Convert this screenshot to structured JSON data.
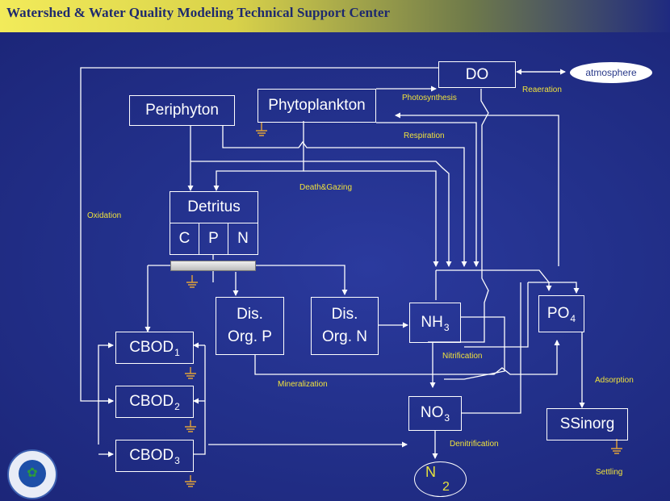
{
  "header": {
    "title": "Watershed & Water Quality Modeling Technical Support Center"
  },
  "nodes": {
    "do": "DO",
    "atmosphere": "atmosphere",
    "periphyton": "Periphyton",
    "phytoplankton": "Phytoplankton",
    "detritus": {
      "title": "Detritus",
      "c": "C",
      "p": "P",
      "n": "N"
    },
    "dis_org_p": {
      "line1": "Dis.",
      "line2": "Org. P"
    },
    "dis_org_n": {
      "line1": "Dis.",
      "line2": "Org. N"
    },
    "nh3": {
      "base": "NH",
      "sub": "3"
    },
    "po4": {
      "base": "PO",
      "sub": "4"
    },
    "no3": {
      "base": "NO",
      "sub": "3"
    },
    "cbod1": {
      "base": "CBOD",
      "sub": "1"
    },
    "cbod2": {
      "base": "CBOD",
      "sub": "2"
    },
    "cbod3": {
      "base": "CBOD",
      "sub": "3"
    },
    "ssinorg": "SSinorg",
    "n2": {
      "base": "N",
      "sub": "2"
    }
  },
  "labels": {
    "reaeration": "Reaeration",
    "photosynthesis": "Photosynthesis",
    "respiration": "Respiration",
    "death_gazing": "Death&Gazing",
    "oxidation": "Oxidation",
    "nitrification": "Nitrification",
    "mineralization": "Mineralization",
    "adsorption": "Adsorption",
    "denitrification": "Denitrification",
    "settling": "Settling"
  },
  "colors": {
    "background": "#23318c",
    "line": "#ffffff",
    "label": "#f0e23c",
    "banner": "#f2eb5a"
  }
}
